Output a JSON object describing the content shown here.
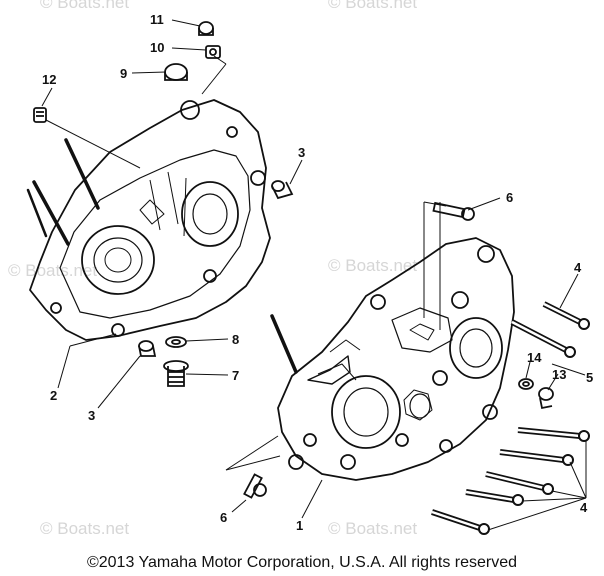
{
  "callouts": {
    "c1": "1",
    "c2": "2",
    "c3a": "3",
    "c3b": "3",
    "c4a": "4",
    "c4b": "4",
    "c5": "5",
    "c6a": "6",
    "c6b": "6",
    "c7": "7",
    "c8": "8",
    "c9": "9",
    "c10": "10",
    "c11": "11",
    "c12": "12",
    "c13": "13",
    "c14": "14"
  },
  "watermarks": {
    "w1": "© Boats.net",
    "w2": "© Boats.net",
    "w3": "© Boats.net",
    "w4": "© Boats.net",
    "w5": "© Boats.net",
    "w6": "© Boats.net"
  },
  "footer": {
    "copyright": "©2013 Yamaha Motor Corporation, U.S.A. All rights reserved"
  },
  "colors": {
    "ink": "#111111",
    "watermark": "#d6d6d6",
    "background": "#ffffff"
  }
}
